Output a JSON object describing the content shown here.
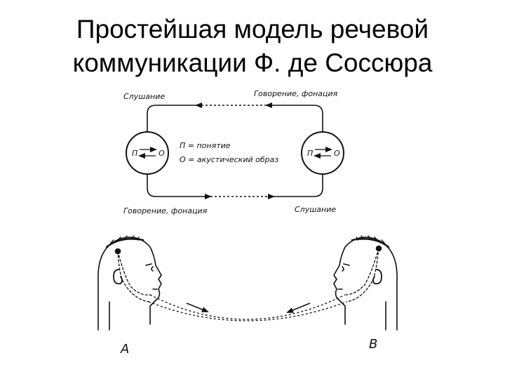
{
  "title": {
    "line1": "Простейшая модель речевой",
    "line2": "коммуникации Ф. де Соссюра"
  },
  "circuit": {
    "top_left_label": "Слушание",
    "top_right_label": "Говорение, фонация",
    "bottom_left_label": "Говорение, фонация",
    "bottom_right_label": "Слушание",
    "left_circle": {
      "left_letter": "П",
      "right_letter": "О"
    },
    "right_circle": {
      "left_letter": "П",
      "right_letter": "О"
    },
    "legend": {
      "line1": "П = понятие",
      "line2": "О = акустический образ"
    }
  },
  "speakers": {
    "left_label": "A",
    "right_label": "B"
  },
  "colors": {
    "ink": "#111111",
    "background": "#ffffff"
  }
}
